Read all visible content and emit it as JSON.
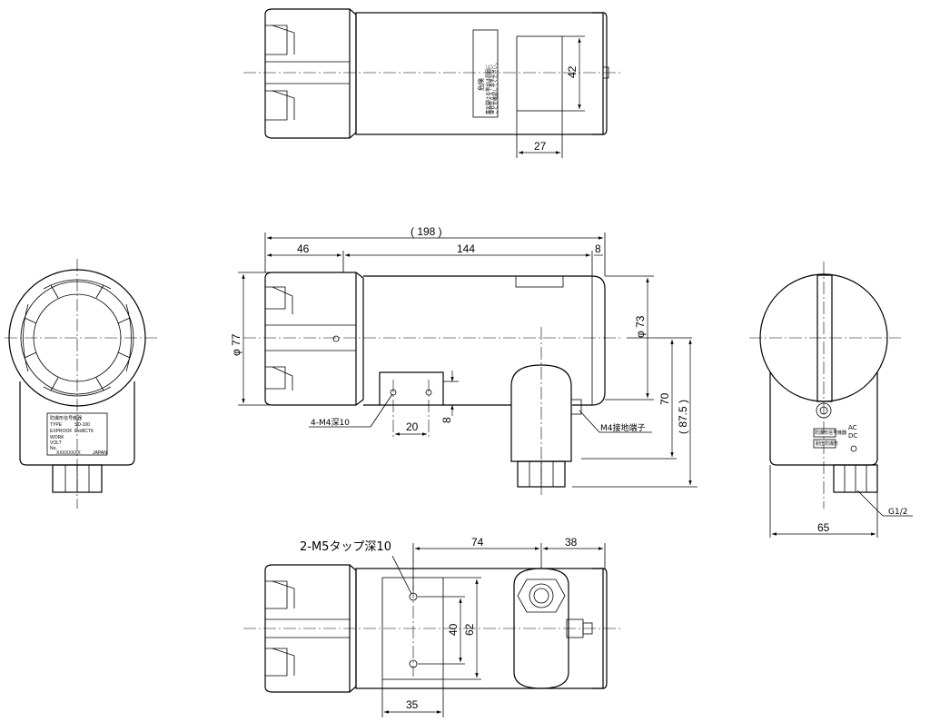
{
  "dimensions": {
    "top_42": "42",
    "top_27": "27",
    "total_198": "( 198 )",
    "d46": "46",
    "d144": "144",
    "d8_top": "8",
    "phi77": "φ 77",
    "phi73": "φ 73",
    "d70": "70",
    "d87_5": "( 87.5 )",
    "d20": "20",
    "d8_small": "8",
    "d65": "65",
    "d74": "74",
    "d38": "38",
    "d40": "40",
    "d62": "62",
    "d35": "35"
  },
  "callouts": {
    "m4_holes": "4-M4深10",
    "m4_ground": "M4接地端子",
    "g12": "G1/2",
    "m5_tap": "2-M5タップ深10"
  },
  "labels": {
    "ac": "AC",
    "dc": "DC"
  },
  "warning_label": {
    "title": "危険",
    "lines": [
      "蓋を開ける場合は周囲に",
      "爆発性ガス・蒸気がない",
      "ことを確認してください。"
    ]
  },
  "nameplate": {
    "header": "防爆形信号機器",
    "type_key": "TYPE",
    "type_value": "SD-100",
    "exproof_key": "EXPROOF",
    "exproof_value": "ExdIICT6",
    "rows": [
      "WORK",
      "VOLT",
      "No."
    ],
    "maker": "XXXXXXXX",
    "country": "JAPAN"
  },
  "side_plates": {
    "plate1": "防爆形信号機器",
    "plate2": "耐圧防爆形"
  }
}
